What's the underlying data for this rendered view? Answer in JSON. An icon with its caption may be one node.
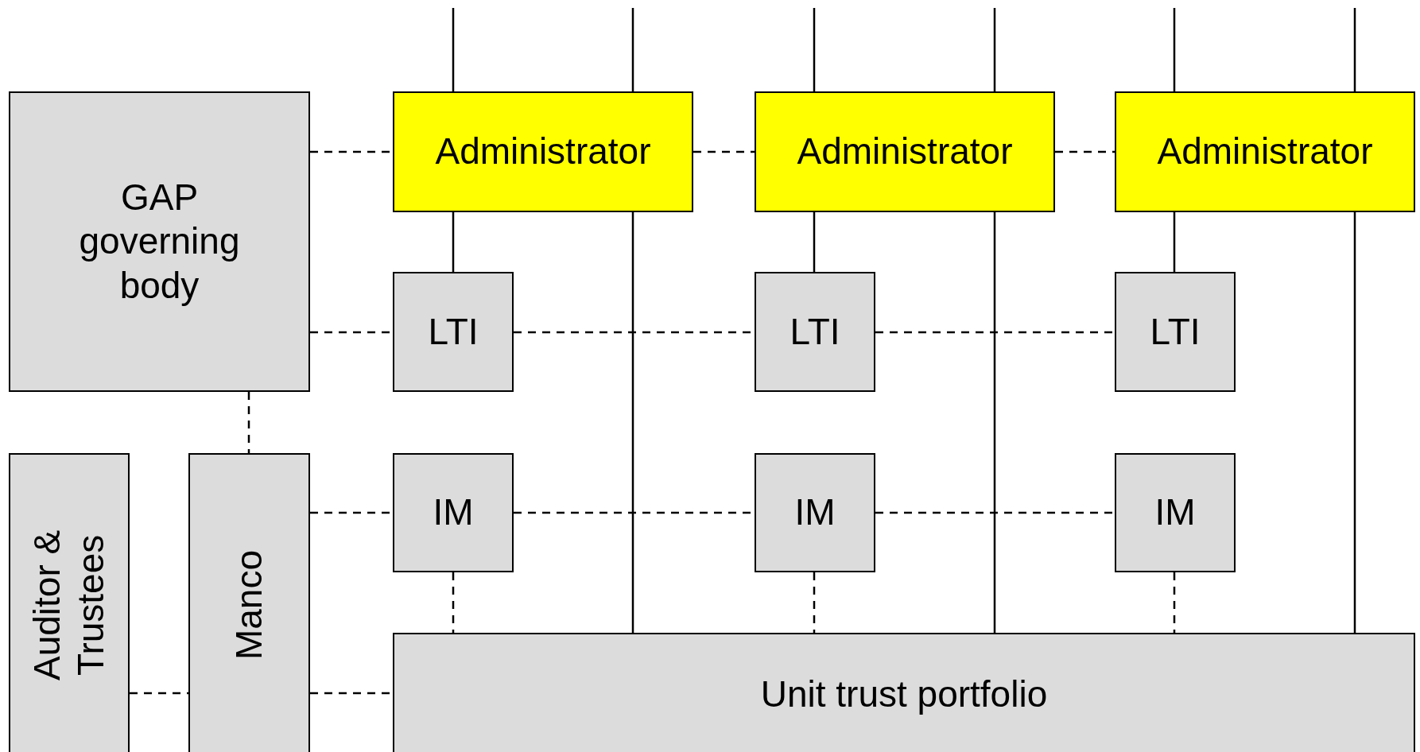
{
  "diagram": {
    "nodes": [
      {
        "text": [
          "GAP governing body"
        ]
      },
      {
        "text": [
          "Administrator"
        ]
      },
      {
        "text": [
          "Administrator"
        ]
      },
      {
        "text": [
          "Administrator"
        ]
      },
      {
        "text": [
          "LTI"
        ]
      },
      {
        "text": [
          "LTI"
        ]
      },
      {
        "text": [
          "LTI"
        ]
      },
      {
        "text": [
          "Auditor & Trustees"
        ]
      },
      {
        "text": [
          "Manco"
        ]
      },
      {
        "text": [
          "IM"
        ]
      },
      {
        "text": [
          "IM"
        ]
      },
      {
        "text": [
          "IM"
        ]
      },
      {
        "text": [
          "Unit trust portfolio"
        ]
      }
    ],
    "edges": [
      {
        "from": 0,
        "to": 1,
        "arrow": "none",
        "style": "dashed"
      },
      {
        "from": 1,
        "to": 2,
        "arrow": "none",
        "style": "dashed"
      },
      {
        "from": 2,
        "to": 3,
        "arrow": "none",
        "style": "dashed"
      },
      {
        "from": 0,
        "to": 4,
        "arrow": "none",
        "style": "dashed"
      },
      {
        "from": 4,
        "to": 5,
        "arrow": "none",
        "style": "dashed"
      },
      {
        "from": 5,
        "to": 6,
        "arrow": "none",
        "style": "dashed"
      },
      {
        "from": 0,
        "to": 8,
        "arrow": "none",
        "style": "dashed"
      },
      {
        "from": 8,
        "to": 9,
        "arrow": "none",
        "style": "dashed"
      },
      {
        "from": 9,
        "to": 10,
        "arrow": "none",
        "style": "dashed"
      },
      {
        "from": 10,
        "to": 11,
        "arrow": "none",
        "style": "dashed"
      },
      {
        "from": 7,
        "to": 8,
        "arrow": "none",
        "style": "dashed"
      },
      {
        "from": 8,
        "to": 12,
        "arrow": "none",
        "style": "dashed"
      },
      {
        "from": 9,
        "to": 12,
        "arrow": "none",
        "style": "dashed"
      },
      {
        "from": 10,
        "to": 12,
        "arrow": "none",
        "style": "dashed"
      },
      {
        "from": 11,
        "to": 12,
        "arrow": "none",
        "style": "dashed"
      },
      {
        "from": null,
        "to": 1,
        "arrow": "none"
      },
      {
        "from": null,
        "to": 1,
        "arrow": "none"
      },
      {
        "from": 1,
        "to": 4,
        "arrow": "none"
      },
      {
        "from": 1,
        "to": 12,
        "arrow": "none"
      },
      {
        "from": null,
        "to": 2,
        "arrow": "none"
      },
      {
        "from": null,
        "to": 2,
        "arrow": "none"
      },
      {
        "from": 2,
        "to": 5,
        "arrow": "none"
      },
      {
        "from": 2,
        "to": 12,
        "arrow": "none"
      },
      {
        "from": null,
        "to": 3,
        "arrow": "none"
      },
      {
        "from": null,
        "to": 3,
        "arrow": "none"
      },
      {
        "from": 3,
        "to": 6,
        "arrow": "none"
      },
      {
        "from": 3,
        "to": 12,
        "arrow": "none"
      }
    ]
  }
}
